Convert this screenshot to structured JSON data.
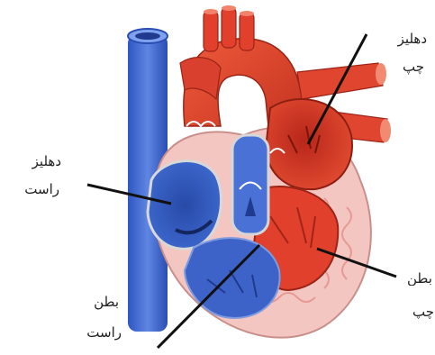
{
  "labels": {
    "left_atrium": [
      "دهلیز",
      "چپ"
    ],
    "right_atrium": [
      "دهلیز",
      "راست"
    ],
    "left_ventricle": [
      "بطن",
      "چپ"
    ],
    "right_ventricle": [
      "بطن",
      "راست"
    ]
  },
  "colors": {
    "oxygenated": "#e0402c",
    "oxygenated_dark": "#b52a1c",
    "deoxygenated": "#3d63c9",
    "deoxygenated_dark": "#1f3a8f",
    "myocardium_pink": "#f4c6c2",
    "leader_line": "#111111"
  }
}
